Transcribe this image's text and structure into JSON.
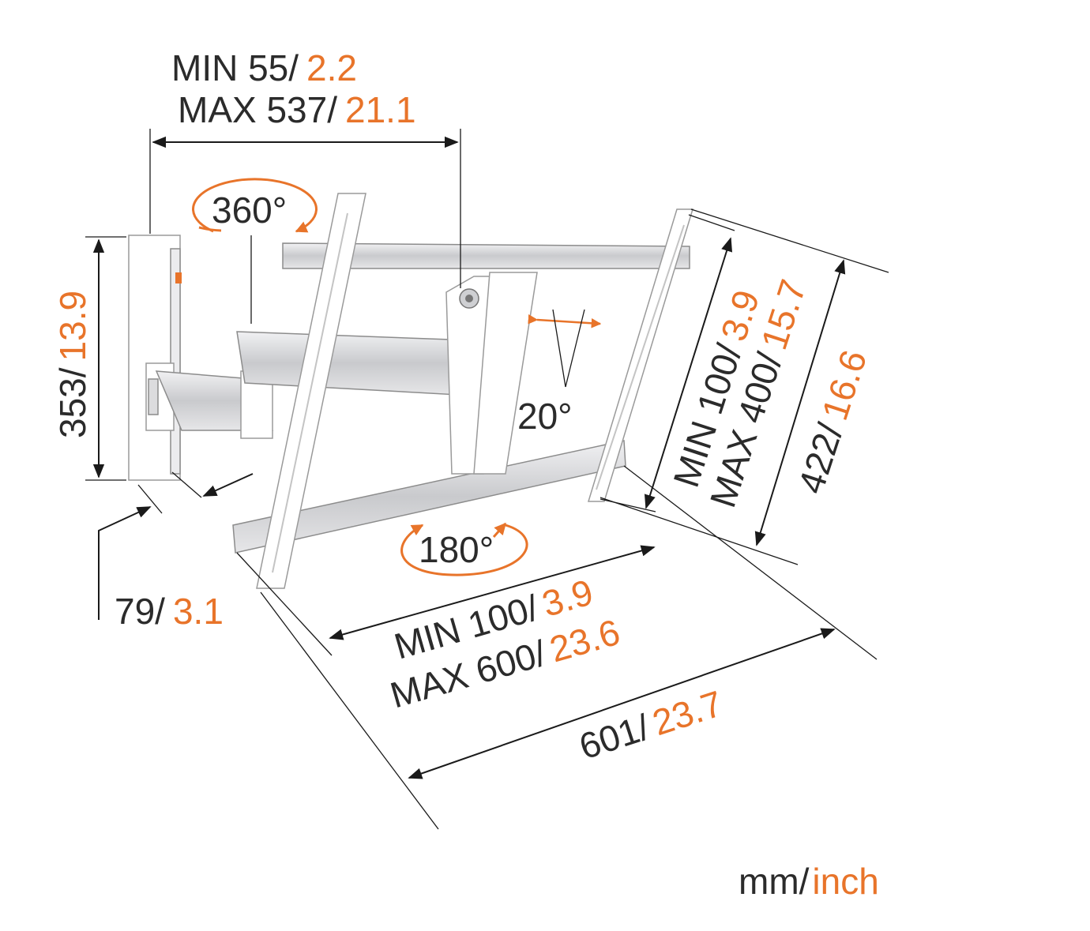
{
  "colors": {
    "metric": "#2b2b2b",
    "imperial": "#e8742a"
  },
  "top_width": {
    "min_label": "MIN 55/",
    "min_inch": "2.2",
    "max_label": "MAX 537/",
    "max_inch": "21.1"
  },
  "swivel_arm": {
    "angle": "360°"
  },
  "swivel_bottom": {
    "angle": "180°"
  },
  "tilt": {
    "angle": "20°"
  },
  "wall_plate_height": {
    "mm": "353/",
    "inch": "13.9"
  },
  "wall_depth": {
    "mm": "79/",
    "inch": "3.1"
  },
  "vesa_vertical": {
    "min_label": "MIN 100/",
    "min_inch": "3.9",
    "max_label": "MAX 400/",
    "max_inch": "15.7"
  },
  "bracket_height": {
    "mm": "422/",
    "inch": "16.6"
  },
  "vesa_horizontal": {
    "min_label": "MIN 100/",
    "min_inch": "3.9",
    "max_label": "MAX 600/",
    "max_inch": "23.6"
  },
  "bracket_width": {
    "mm": "601/",
    "inch": "23.7"
  },
  "units": {
    "metric": "mm/",
    "imperial": "inch"
  }
}
